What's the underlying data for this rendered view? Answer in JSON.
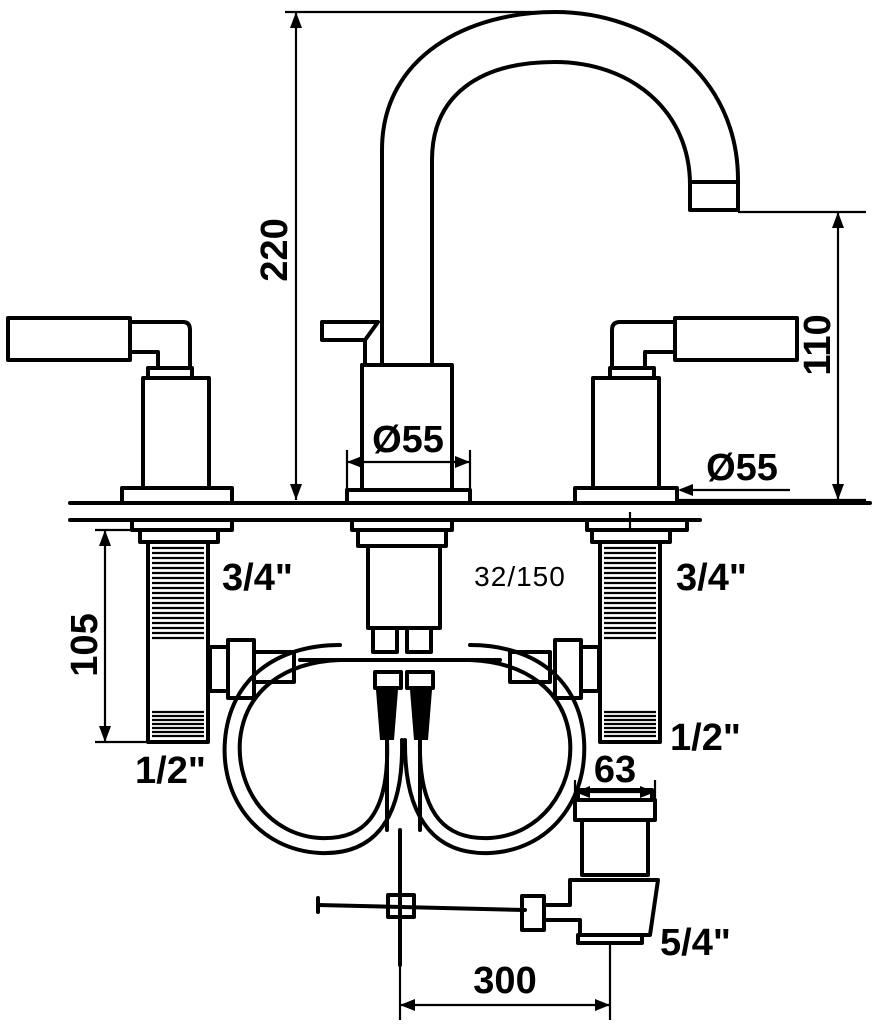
{
  "dimensions": {
    "overall_height": "220",
    "spout_height": "110",
    "spout_base_diameter": "Ø55",
    "handle_base_diameter": "Ø55",
    "shank_length": "105",
    "valve_spacing_width": "63",
    "pull_rod_length": "300",
    "spout_connection": "32/150"
  },
  "threads": {
    "left_inlet": "3/4\"",
    "right_inlet": "3/4\"",
    "left_outlet": "1/2\"",
    "right_outlet": "1/2\"",
    "drain": "5/4\""
  },
  "colors": {
    "ink": "#000000",
    "paper": "#ffffff"
  }
}
